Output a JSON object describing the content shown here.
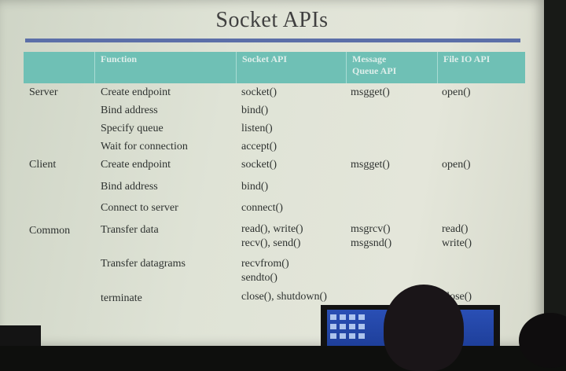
{
  "slide": {
    "title": "Socket APIs",
    "header": {
      "function": "Function",
      "socket_api": "Socket API",
      "mq_api_line1": "Message",
      "mq_api_line2": "Queue API",
      "file_io_api": "File IO API"
    },
    "rows": [
      {
        "group": "Server",
        "function": "Create endpoint",
        "socket": "socket()",
        "mq": "msgget()",
        "file": "open()"
      },
      {
        "group": "",
        "function": "Bind address",
        "socket": "bind()",
        "mq": "",
        "file": ""
      },
      {
        "group": "",
        "function": "Specify queue",
        "socket": "listen()",
        "mq": "",
        "file": ""
      },
      {
        "group": "",
        "function": "Wait for connection",
        "socket": "accept()",
        "mq": "",
        "file": ""
      },
      {
        "group": "Client",
        "function": "Create endpoint",
        "socket": "socket()",
        "mq": "msgget()",
        "file": "open()"
      },
      {
        "group": "",
        "function": "Bind address",
        "socket": "bind()",
        "mq": "",
        "file": ""
      },
      {
        "group": "",
        "function": "Connect to server",
        "socket": "connect()",
        "mq": "",
        "file": ""
      },
      {
        "group": "Common",
        "function": "Transfer data",
        "socket": "read(), write()",
        "socket2": "recv(), send()",
        "mq": "msgrcv()",
        "mq2": "msgsnd()",
        "file": "read()",
        "file2": "write()"
      },
      {
        "group": "",
        "function": "Transfer datagrams",
        "socket": "recvfrom()",
        "socket2": "sendto()",
        "mq": "",
        "file": ""
      },
      {
        "group": "",
        "function": "terminate",
        "socket": "close(), shutdown()",
        "mq": "",
        "file": "close()"
      }
    ]
  },
  "colors": {
    "header_bg": "#6fc0b5",
    "rule": "#5c6fa8",
    "text": "#2e3230"
  }
}
